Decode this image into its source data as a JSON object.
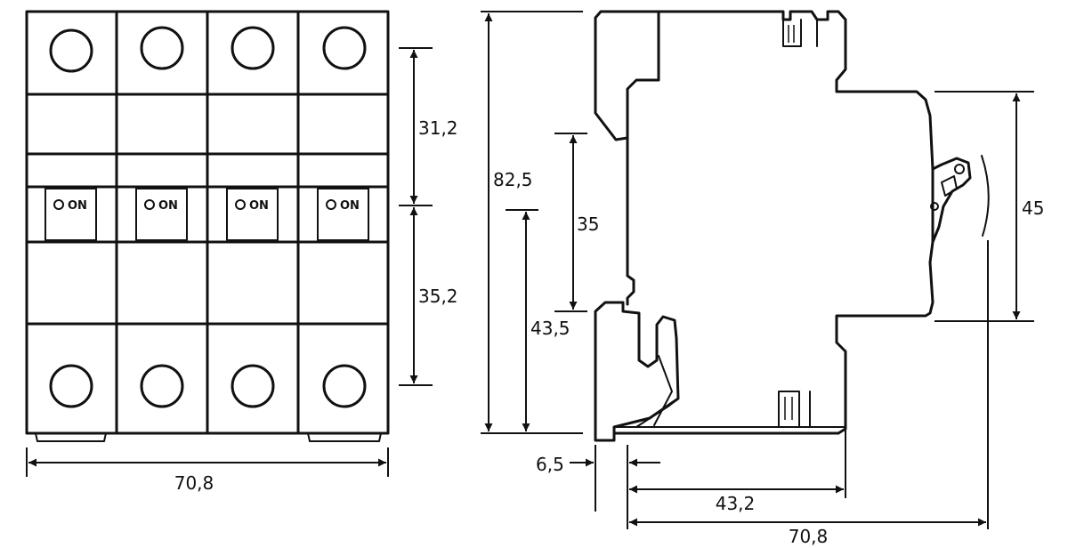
{
  "front_view": {
    "poles": [
      {
        "label": "ON"
      },
      {
        "label": "ON"
      },
      {
        "label": "ON"
      },
      {
        "label": "ON"
      }
    ],
    "dimensions": {
      "upper_height": "31,2",
      "lower_height": "35,2",
      "width": "70,8"
    }
  },
  "side_view": {
    "dimensions": {
      "total_height": "82,5",
      "rail_height": "35",
      "lower_height": "43,5",
      "handle_height": "45",
      "rail_offset": "6,5",
      "body_depth": "43,2",
      "total_depth": "70,8"
    }
  }
}
